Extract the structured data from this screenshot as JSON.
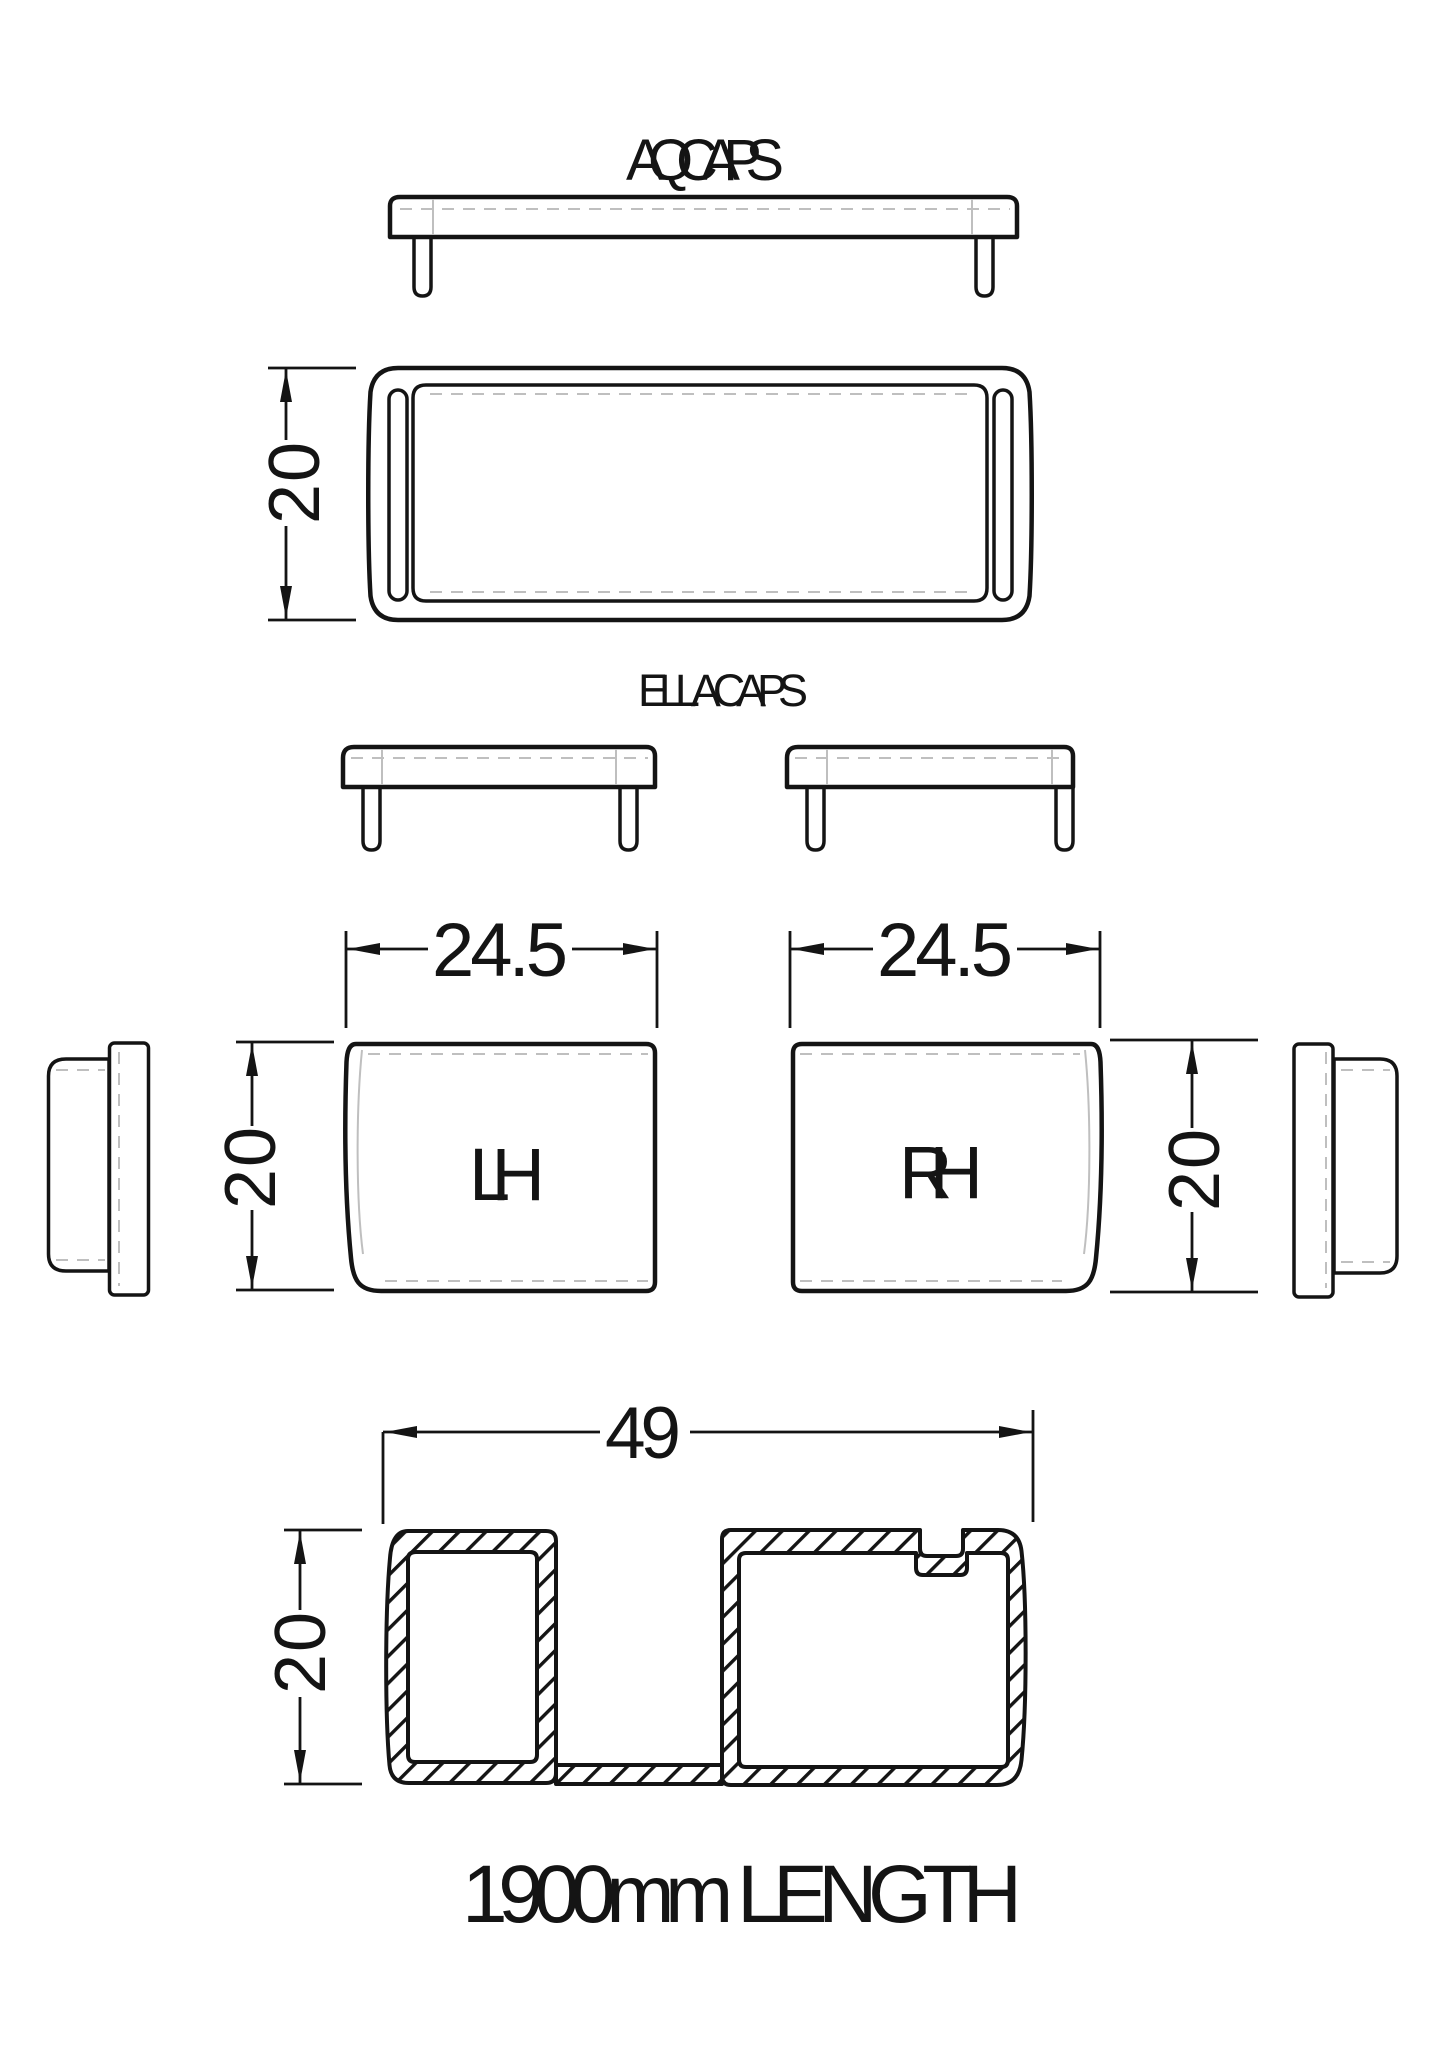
{
  "aq": {
    "title": "AQ CAPS",
    "height_label": "20"
  },
  "ella": {
    "title": "ELLA CAPS",
    "lh": {
      "label": "LH",
      "width_label": "24.5",
      "height_label": "20"
    },
    "rh": {
      "label": "RH",
      "width_label": "24.5",
      "height_label": "20"
    }
  },
  "section": {
    "width_label": "49",
    "height_label": "20",
    "length_label": "1900mm LENGTH"
  },
  "colors": {
    "line": "#141414",
    "faint": "#bfbfbf",
    "background": "#ffffff"
  }
}
